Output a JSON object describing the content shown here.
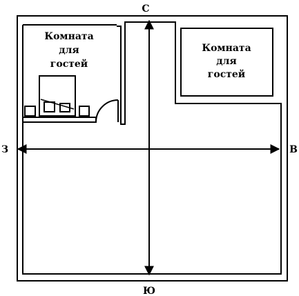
{
  "compass": {
    "north": "С",
    "south": "Ю",
    "west": "З",
    "east": "В"
  },
  "rooms": [
    {
      "line1": "Комната",
      "line2": "для",
      "line3": "гостей"
    },
    {
      "line1": "Комната",
      "line2": "для",
      "line3": "гостей"
    }
  ],
  "colors": {
    "line": "#000000",
    "background": "#ffffff"
  }
}
